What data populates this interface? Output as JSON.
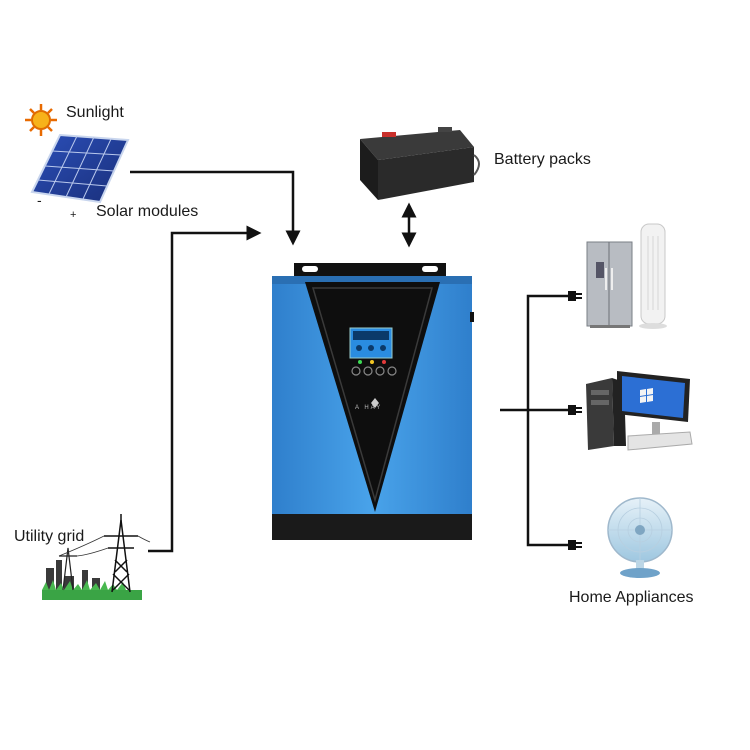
{
  "labels": {
    "sunlight": "Sunlight",
    "solar_modules": "Solar modules",
    "battery_packs": "Battery packs",
    "utility_grid": "Utility grid",
    "home_appliances": "Home Appliances"
  },
  "inverter": {
    "brand_mark": "A HAY",
    "body_color": "#3b8fd9",
    "panel_color": "#111111"
  },
  "solar_polarity": {
    "negative": "-",
    "positive": "+"
  }
}
